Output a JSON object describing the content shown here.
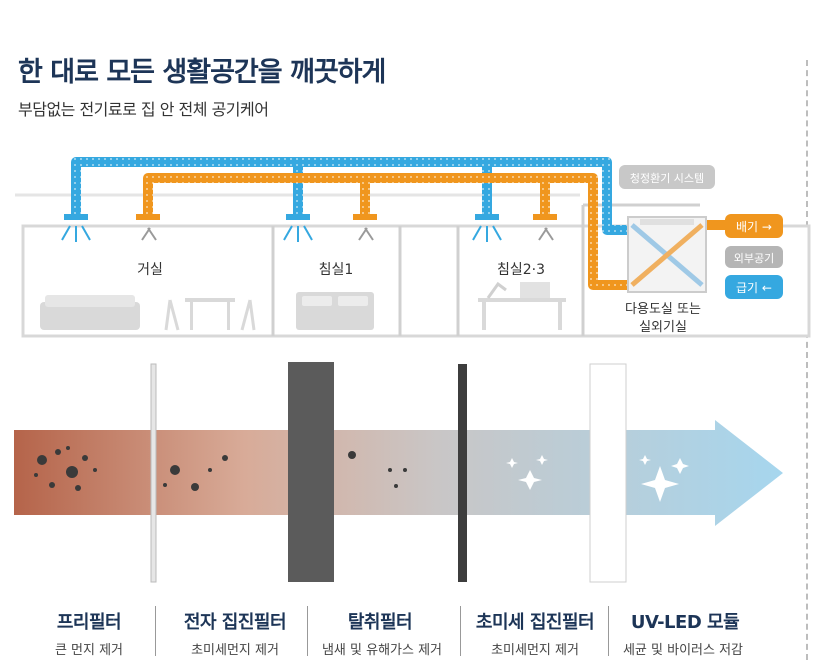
{
  "header": {
    "title": "한 대로 모든 생활공간을 깨끗하게",
    "subtitle": "부담없는 전기료로 집 안 전체 공기케어"
  },
  "house": {
    "system_label": "청정환기 시스템",
    "rooms": [
      "거실",
      "침실1",
      "침실2·3"
    ],
    "utility_room_line1": "다용도실 또는",
    "utility_room_line2": "실외기실",
    "exhaust_label": "배기 →",
    "outside_air_label": "외부공기",
    "supply_label": "급기 ←"
  },
  "filters": [
    {
      "name": "프리필터",
      "desc": "큰 먼지 제거"
    },
    {
      "name": "전자 집진필터",
      "desc": "초미세먼지 제거"
    },
    {
      "name": "탈취필터",
      "desc": "냄새 및 유해가스 제거"
    },
    {
      "name": "초미세 집진필터",
      "desc": "초미세먼지 제거"
    },
    {
      "name": "UV-LED 모듈",
      "desc": "세균 및 바이러스 저감"
    }
  ],
  "colors": {
    "blue_duct": "#35a8e0",
    "orange_duct": "#f0961e",
    "title": "#1d3557",
    "arrow_start": "#b8654a",
    "arrow_end": "#9fd3ee"
  }
}
